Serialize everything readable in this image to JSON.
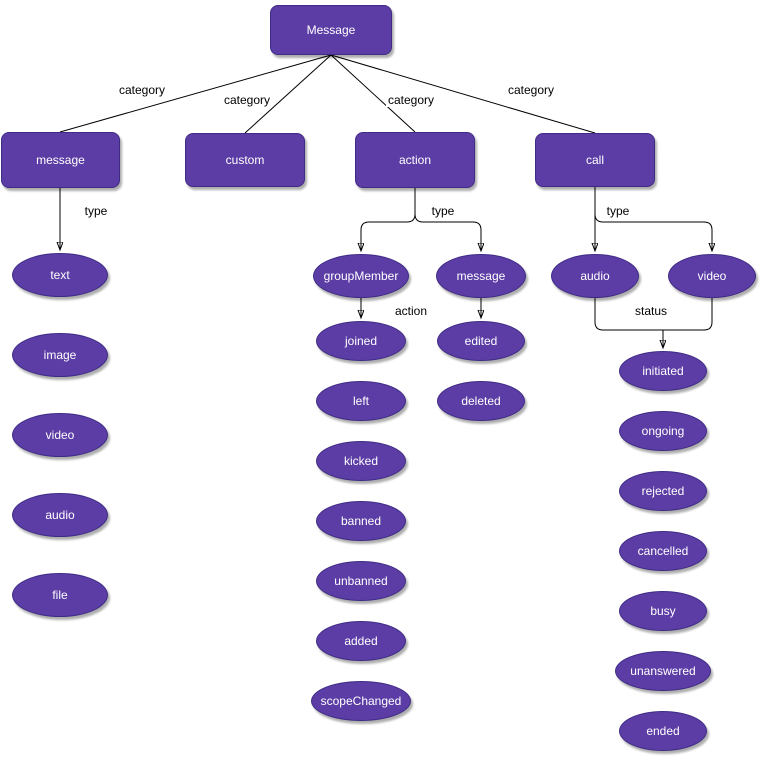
{
  "diagram": {
    "root_label": "Message",
    "edge_labels": {
      "category": "category",
      "type": "type",
      "action": "action",
      "status": "status"
    },
    "category_nodes": [
      "message",
      "custom",
      "action",
      "call"
    ],
    "message_type_nodes": [
      "text",
      "image",
      "video",
      "audio",
      "file"
    ],
    "action_type_nodes": [
      "groupMember",
      "message"
    ],
    "group_member_action_nodes": [
      "joined",
      "left",
      "kicked",
      "banned",
      "unbanned",
      "added",
      "scopeChanged"
    ],
    "action_message_nodes": [
      "edited",
      "deleted"
    ],
    "call_type_nodes": [
      "audio",
      "video"
    ],
    "call_status_nodes": [
      "initiated",
      "ongoing",
      "rejected",
      "cancelled",
      "busy",
      "unanswered",
      "ended"
    ],
    "colors": {
      "node_fill": "#5C3DA6",
      "node_stroke": "#3F2B85",
      "node_text": "#FFFFFF",
      "edge_color": "#000000",
      "background": "#FFFFFF"
    }
  }
}
